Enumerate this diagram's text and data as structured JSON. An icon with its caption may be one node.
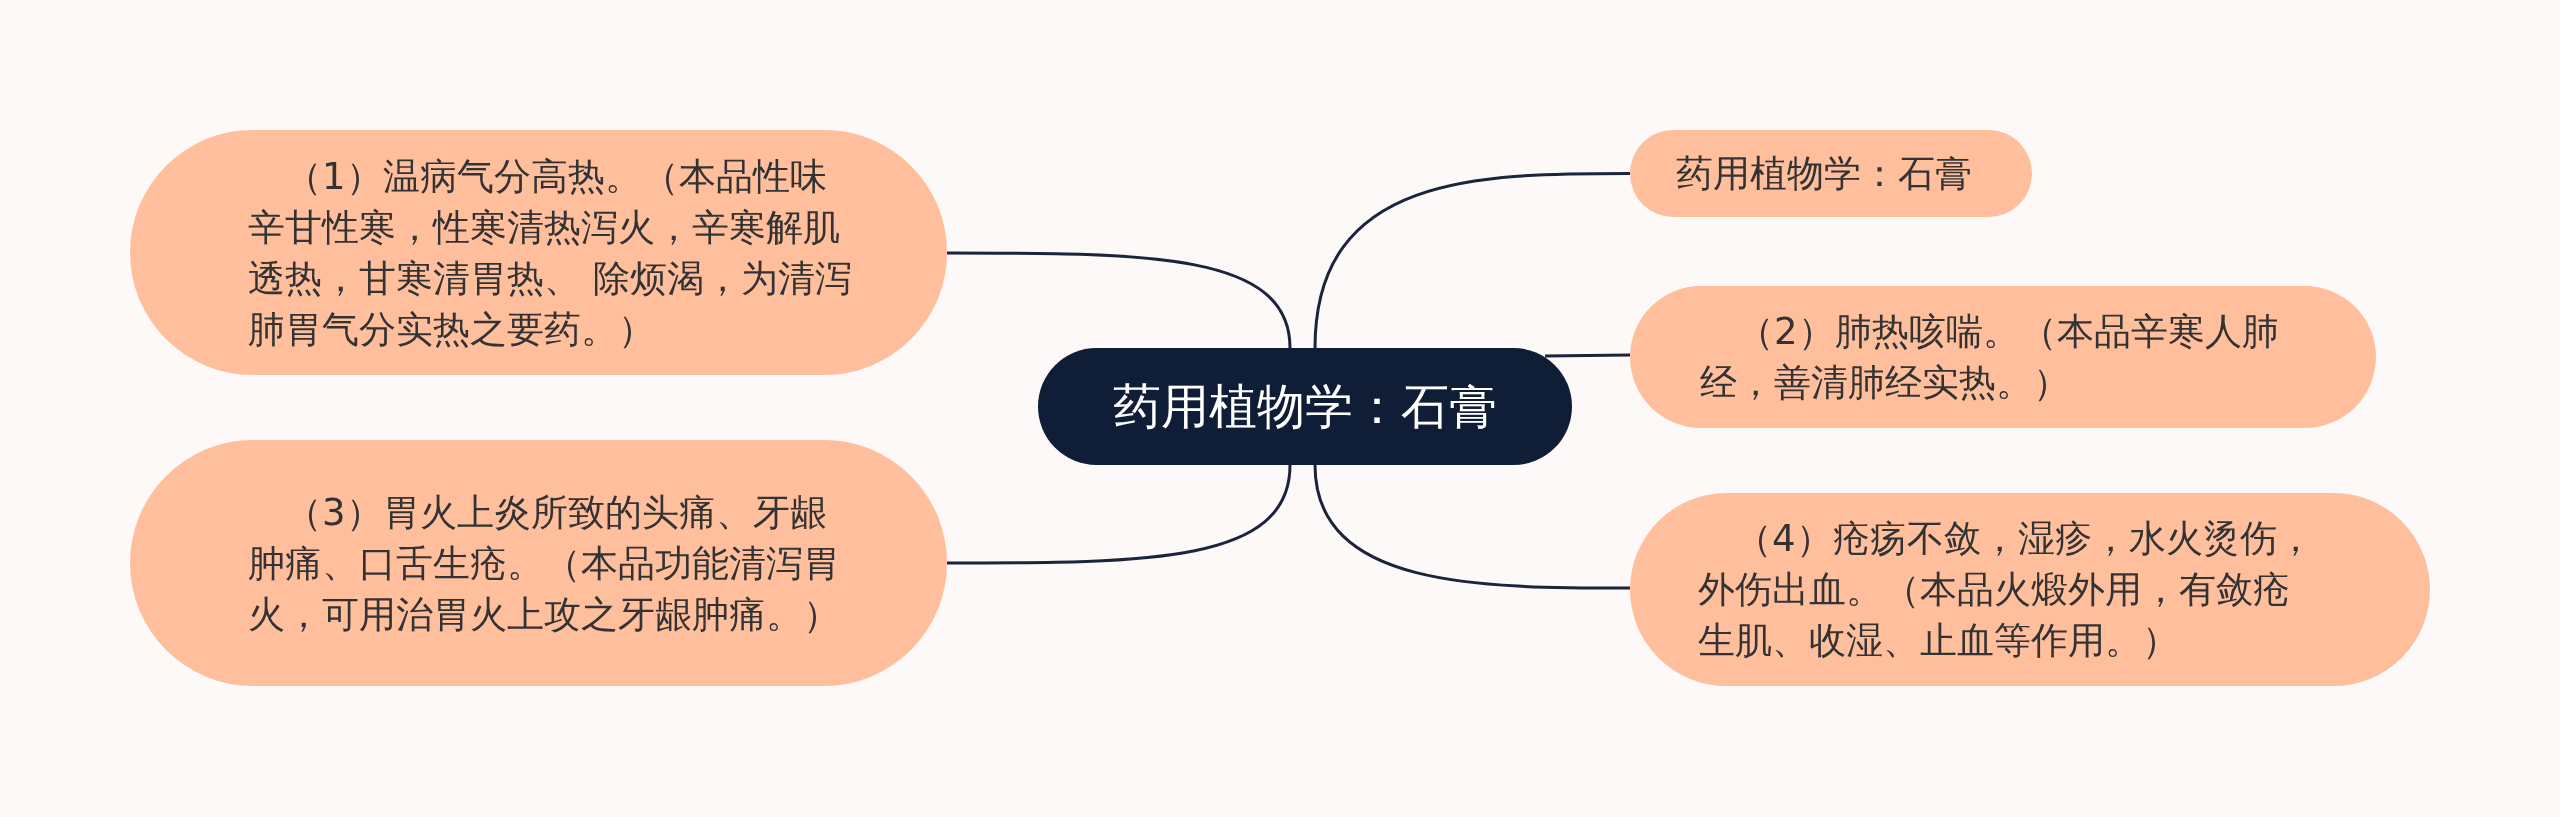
{
  "diagram": {
    "nodes": [
      {
        "text": [
          "药用植物学：石膏"
        ]
      },
      {
        "text": [
          "药用植物学：石膏"
        ]
      },
      {
        "text": [
          "（1）温病气分高热。（本品性味辛甘性寒，性寒清热泻火，辛寒解肌透热，甘寒清胃热、 除烦渴，为清泻肺胃气分实热之要药。）"
        ]
      },
      {
        "text": [
          "（2）肺热咳喘。（本品辛寒人肺经，善清肺经实热。）"
        ]
      },
      {
        "text": [
          "（3）胃火上炎所致的头痛、牙龈肿痛、口舌生疮。（本品功能清泻胃火，可用治胃火上攻之牙龈肿痛。）"
        ]
      },
      {
        "text": [
          "（4）疮疡不敛，湿疹，水火烫伤，外伤出血。（本品火煅外用，有敛疮生肌、收湿、止血等作用。）"
        ]
      }
    ],
    "edges": [
      {
        "from": 0,
        "to": 1,
        "arrow": "none"
      },
      {
        "from": 0,
        "to": 2,
        "arrow": "none"
      },
      {
        "from": 0,
        "to": 3,
        "arrow": "none"
      },
      {
        "from": 0,
        "to": 4,
        "arrow": "none"
      },
      {
        "from": 0,
        "to": 5,
        "arrow": "none"
      }
    ]
  }
}
